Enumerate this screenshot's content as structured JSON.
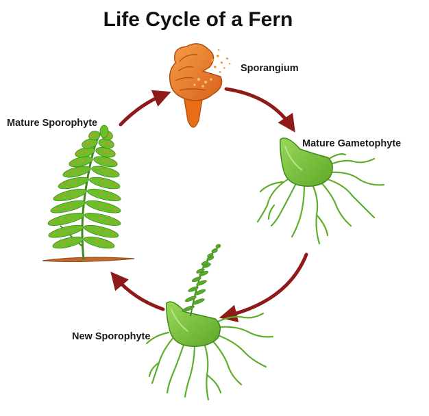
{
  "title": "Life Cycle of a Fern",
  "stages": {
    "sporangium": "Sporangium",
    "mature_gametophyte": "Mature Gametophyte",
    "new_sporophyte": "New Sporophyte",
    "mature_sporophyte": "Mature Sporophyte"
  },
  "colors": {
    "arrow": "#8e1a1a",
    "leaf": "#6cbf2a",
    "leaf_dark": "#3e8a1d",
    "gametophyte": "#79c83a",
    "sporangium": "#ef7a1e",
    "spore_dot": "#f2b066",
    "soil": "#c06a2b"
  }
}
